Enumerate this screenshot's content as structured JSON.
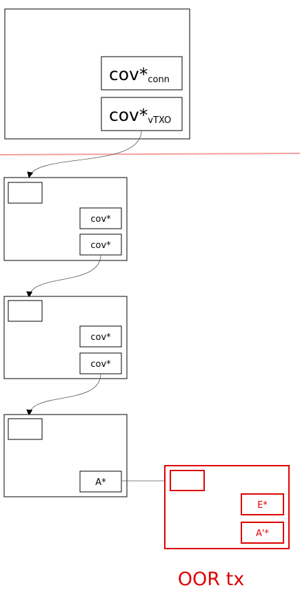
{
  "colors": {
    "stroke": "#000000",
    "connector": "#555555",
    "divider": "#f4a0a0",
    "oor": "#dd0000",
    "background": "#ffffff"
  },
  "top_tx": {
    "outputs": [
      {
        "main": "cov*",
        "sub": "conn"
      },
      {
        "main": "cov*",
        "sub": "vTXO"
      }
    ]
  },
  "chain": [
    {
      "outputs": [
        "cov*",
        "cov*"
      ]
    },
    {
      "outputs": [
        "cov*",
        "cov*"
      ]
    },
    {
      "outputs": [
        "A*"
      ]
    }
  ],
  "oor": {
    "label": "OOR tx",
    "outputs": [
      "E*",
      "A'*"
    ]
  }
}
